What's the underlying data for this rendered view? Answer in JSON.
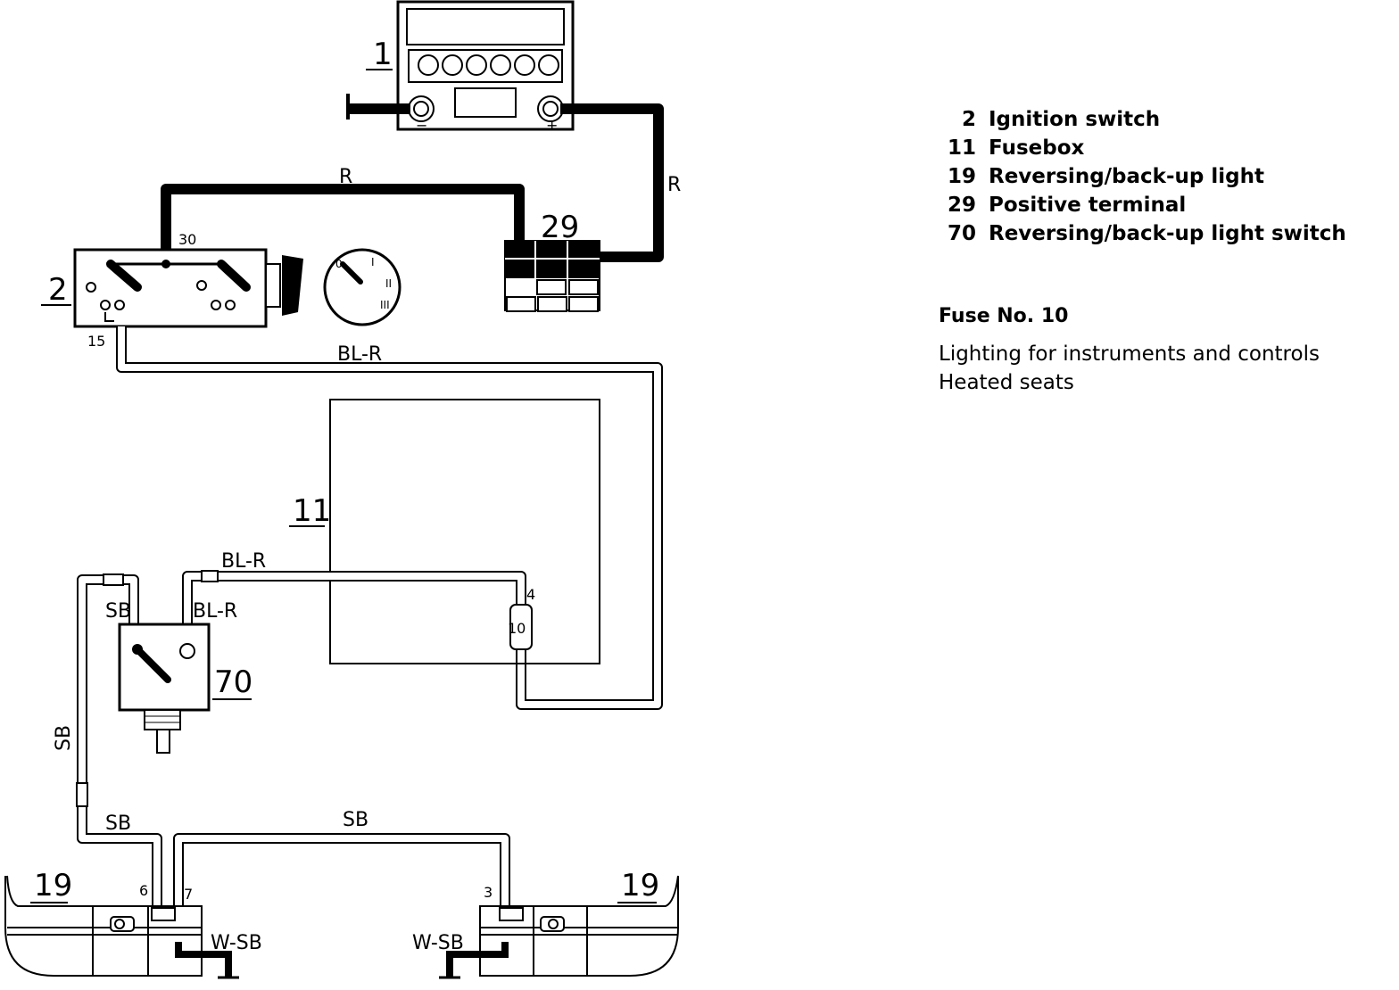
{
  "components": {
    "battery": {
      "number": "1",
      "minus": "−",
      "plus": "+"
    },
    "ignition_switch": {
      "number": "2",
      "terminal_30": "30",
      "terminal_15": "15"
    },
    "positive_terminal": {
      "number": "29"
    },
    "fusebox": {
      "number": "11",
      "fuse_number": "10",
      "fuse_terminal": "4"
    },
    "backup_switch": {
      "number": "70"
    },
    "light_left": {
      "number": "19",
      "terminal_6": "6",
      "terminal_7": "7"
    },
    "light_right": {
      "number": "19",
      "terminal_3": "3"
    }
  },
  "wires": {
    "r_top": "R",
    "r_right": "R",
    "bl_r_long": "BL-R",
    "bl_r_fuse": "BL-R",
    "bl_r_switch": "BL-R",
    "sb_switch": "SB",
    "sb_vertical": "SB",
    "sb_left": "SB",
    "sb_bottom": "SB",
    "w_sb_left": "W-SB",
    "w_sb_right": "W-SB"
  },
  "legend": [
    {
      "num": "2",
      "label": "Ignition switch"
    },
    {
      "num": "11",
      "label": "Fusebox"
    },
    {
      "num": "19",
      "label": "Reversing/back-up light"
    },
    {
      "num": "29",
      "label": "Positive terminal"
    },
    {
      "num": "70",
      "label": "Reversing/back-up light switch"
    }
  ],
  "fuse": {
    "title": "Fuse No. 10",
    "lines": [
      "Lighting for instruments and controls",
      "Heated seats"
    ]
  }
}
